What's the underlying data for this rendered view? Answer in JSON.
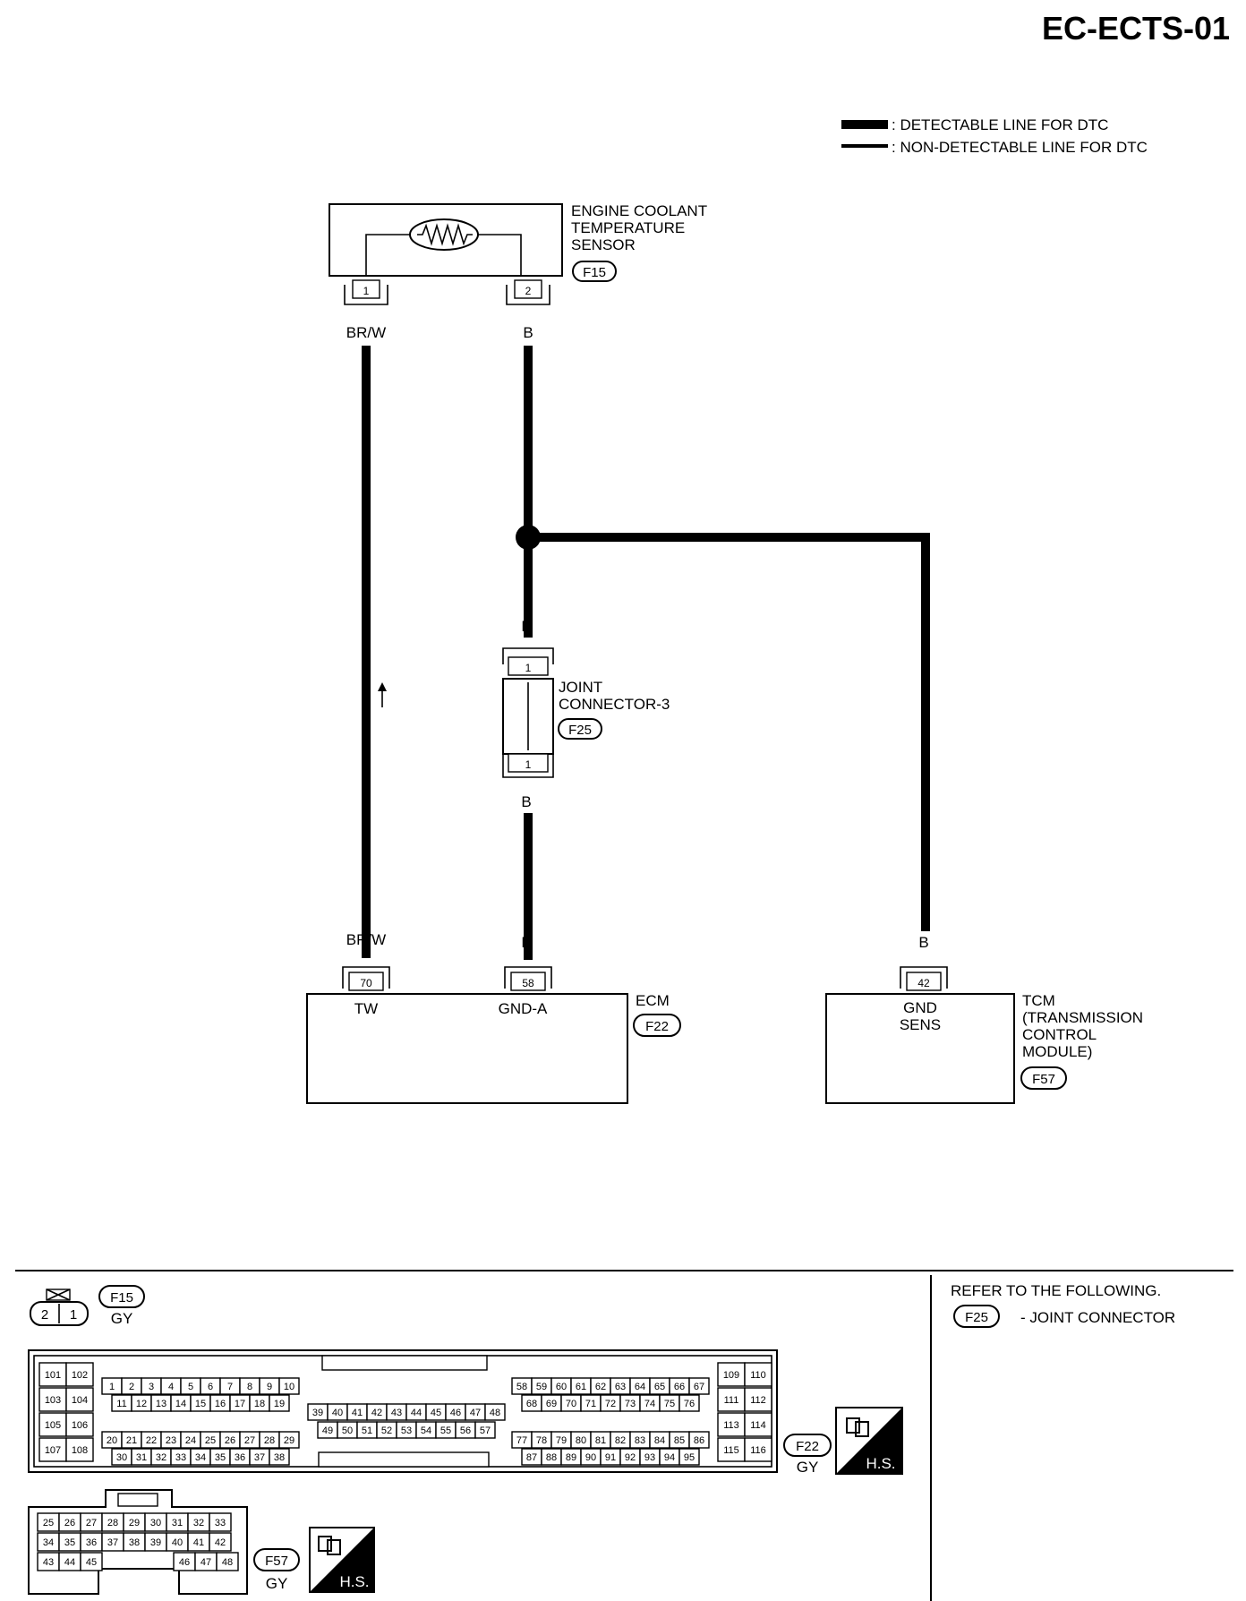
{
  "page": {
    "title": "EC-ECTS-01"
  },
  "legend": {
    "detectable": ": DETECTABLE LINE FOR DTC",
    "non_detectable": ": NON-DETECTABLE LINE FOR DTC"
  },
  "sensor": {
    "line1": "ENGINE COOLANT",
    "line2": "TEMPERATURE",
    "line3": "SENSOR",
    "connector": "F15",
    "pin1": "1",
    "pin2": "2"
  },
  "wires": {
    "brw_top": "BR/W",
    "b_top": "B",
    "b_above_joint": "B",
    "b_below_joint": "B",
    "brw_bottom": "BR/W",
    "b_ecm": "B",
    "b_tcm": "B"
  },
  "joint": {
    "line1": "JOINT",
    "line2": "CONNECTOR-3",
    "connector": "F25",
    "pin_top": "1",
    "pin_bottom": "1"
  },
  "ecm": {
    "label": "ECM",
    "connector": "F22",
    "pin_tw": "70",
    "tw_label": "TW",
    "pin_gnd": "58",
    "gnd_label": "GND-A"
  },
  "tcm": {
    "line1": "TCM",
    "line2": "(TRANSMISSION",
    "line3": "CONTROL",
    "line4": "MODULE)",
    "connector": "F57",
    "pin": "42",
    "pin_label1": "GND",
    "pin_label2": "SENS"
  },
  "refer": {
    "text": "REFER TO THE FOLLOWING.",
    "connector": "F25",
    "desc": "- JOINT CONNECTOR"
  },
  "conn_f15": {
    "id": "F15",
    "color": "GY",
    "pins": [
      "2",
      "1"
    ]
  },
  "conn_f22": {
    "id": "F22",
    "color": "GY",
    "badge": "H.S.",
    "left_grid": [
      [
        "101",
        "102"
      ],
      [
        "103",
        "104"
      ],
      [
        "105",
        "106"
      ],
      [
        "107",
        "108"
      ]
    ],
    "row1": [
      "1",
      "2",
      "3",
      "4",
      "5",
      "6",
      "7",
      "8",
      "9",
      "10"
    ],
    "row2": [
      "11",
      "12",
      "13",
      "14",
      "15",
      "16",
      "17",
      "18",
      "19"
    ],
    "row3": [
      "20",
      "21",
      "22",
      "23",
      "24",
      "25",
      "26",
      "27",
      "28",
      "29"
    ],
    "row4": [
      "30",
      "31",
      "32",
      "33",
      "34",
      "35",
      "36",
      "37",
      "38"
    ],
    "mid1": [
      "39",
      "40",
      "41",
      "42",
      "43",
      "44",
      "45",
      "46",
      "47",
      "48"
    ],
    "mid2": [
      "49",
      "50",
      "51",
      "52",
      "53",
      "54",
      "55",
      "56",
      "57"
    ],
    "r1": [
      "58",
      "59",
      "60",
      "61",
      "62",
      "63",
      "64",
      "65",
      "66",
      "67"
    ],
    "r2": [
      "68",
      "69",
      "70",
      "71",
      "72",
      "73",
      "74",
      "75",
      "76"
    ],
    "r3": [
      "77",
      "78",
      "79",
      "80",
      "81",
      "82",
      "83",
      "84",
      "85",
      "86"
    ],
    "r4": [
      "87",
      "88",
      "89",
      "90",
      "91",
      "92",
      "93",
      "94",
      "95"
    ],
    "right_grid": [
      [
        "109",
        "110"
      ],
      [
        "111",
        "112"
      ],
      [
        "113",
        "114"
      ],
      [
        "115",
        "116"
      ]
    ]
  },
  "conn_f57": {
    "id": "F57",
    "color": "GY",
    "badge": "H.S.",
    "row1": [
      "25",
      "26",
      "27",
      "28",
      "29",
      "30",
      "31",
      "32",
      "33"
    ],
    "row2": [
      "34",
      "35",
      "36",
      "37",
      "38",
      "39",
      "40",
      "41",
      "42"
    ],
    "row3_left": [
      "43",
      "44",
      "45"
    ],
    "row3_right": [
      "46",
      "47",
      "48"
    ]
  }
}
